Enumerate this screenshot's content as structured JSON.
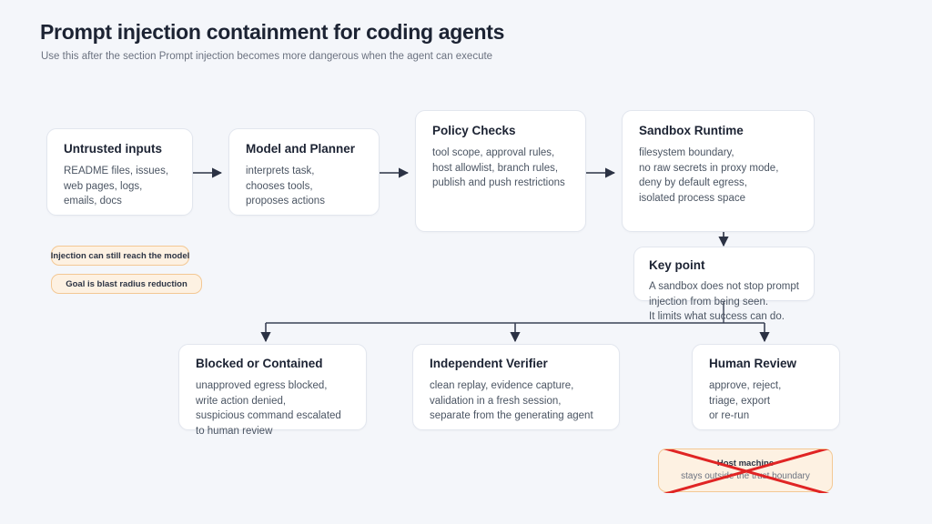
{
  "header": {
    "title": "Prompt injection containment for coding agents",
    "subtitle": "Use this after the section Prompt injection becomes more dangerous when the agent can execute"
  },
  "colors": {
    "page_background": "#f4f6fa",
    "node_background": "#ffffff",
    "node_border": "#e2e6ee",
    "title_text": "#1c2333",
    "body_text": "#4b5563",
    "subtitle_text": "#6b7280",
    "pill_background": "#fdf1e2",
    "pill_border": "#f3c894",
    "connector": "#3a4256",
    "strike_red": "#e02424"
  },
  "flow": {
    "row_top": [
      {
        "id": "untrusted-inputs",
        "title": "Untrusted inputs",
        "body": "README files, issues,\nweb pages, logs,\nemails, docs"
      },
      {
        "id": "model-and-planner",
        "title": "Model and Planner",
        "body": "interprets task,\nchooses tools,\nproposes actions"
      },
      {
        "id": "policy-checks",
        "title": "Policy Checks",
        "body": "tool scope, approval rules,\nhost allowlist, branch rules,\npublish and push restrictions"
      },
      {
        "id": "sandbox-runtime",
        "title": "Sandbox Runtime",
        "body": "filesystem boundary,\nno raw secrets in proxy mode,\ndeny by default egress,\nisolated process space"
      }
    ],
    "key_point": {
      "id": "key-point",
      "title": "Key point",
      "body": "A sandbox does not stop prompt\ninjection from being seen.\nIt limits what success can do."
    },
    "row_bottom": [
      {
        "id": "blocked-or-contained",
        "title": "Blocked or Contained",
        "body": "unapproved egress blocked,\nwrite action denied,\nsuspicious command escalated\nto human review"
      },
      {
        "id": "independent-verifier",
        "title": "Independent Verifier",
        "body": "clean replay, evidence capture,\nvalidation in a fresh session,\nseparate from the generating agent"
      },
      {
        "id": "human-review",
        "title": "Human Review",
        "body": "approve, reject,\ntriage, export\nor re-run"
      }
    ],
    "pills": [
      {
        "id": "pill-injection",
        "label": "Injection can still reach the model"
      },
      {
        "id": "pill-goal",
        "label": "Goal is blast radius reduction"
      }
    ],
    "excluded": {
      "id": "host-machine",
      "title": "Host machine",
      "subtitle": "stays outside the trust boundary",
      "state": "crossed-out"
    }
  }
}
